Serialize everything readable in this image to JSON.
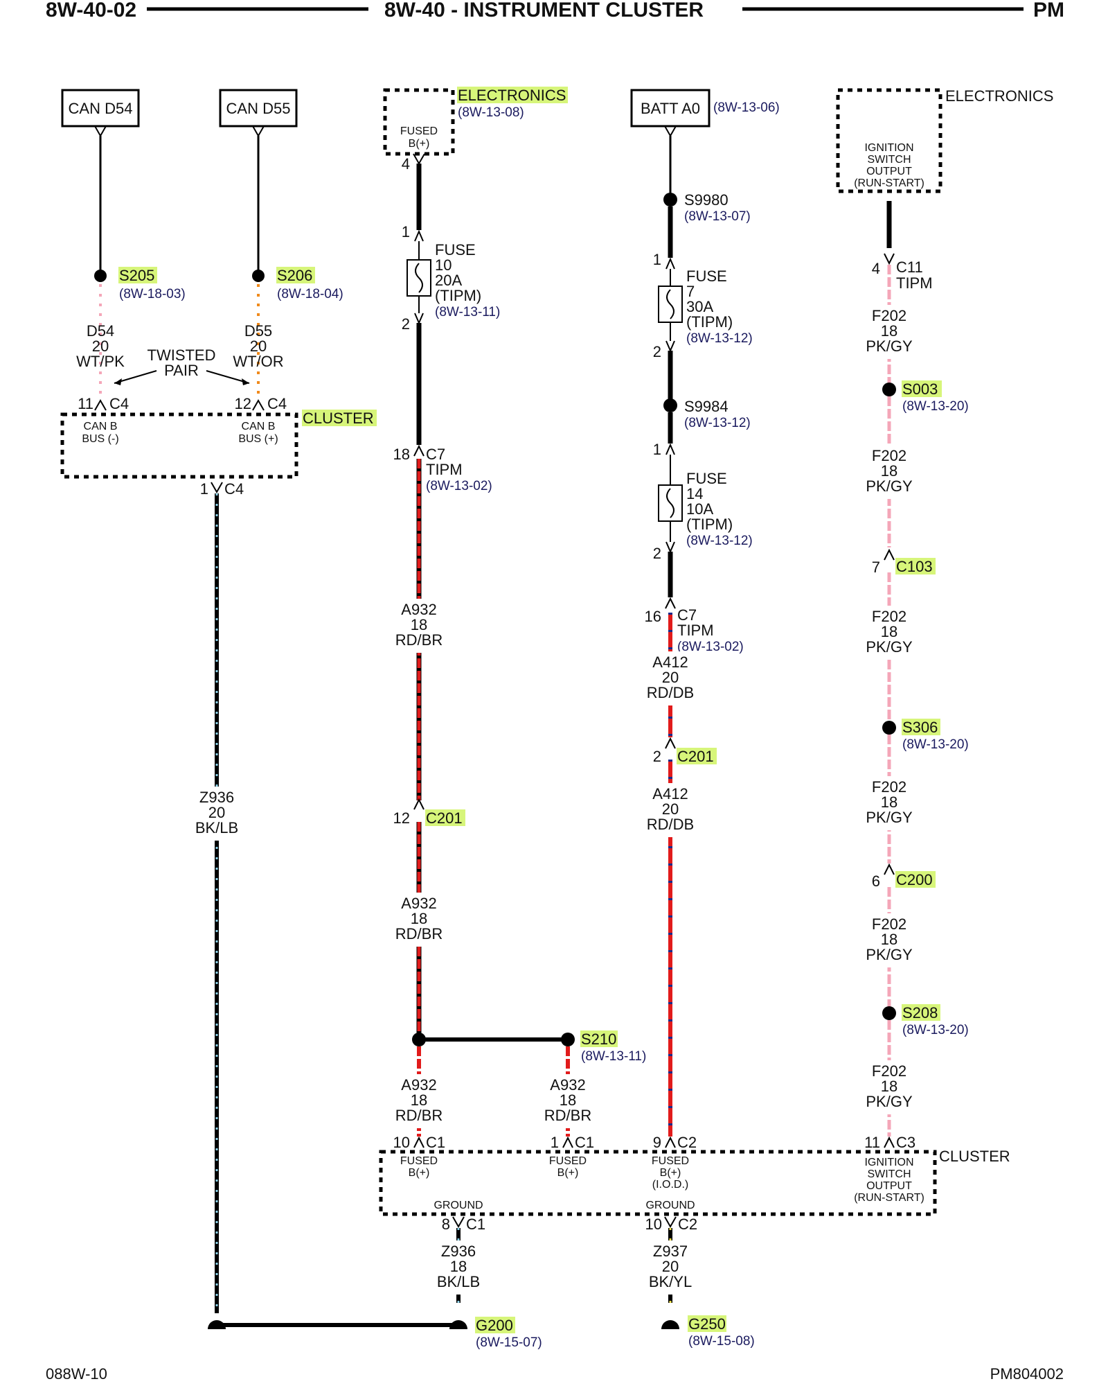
{
  "header": {
    "left": "8W-40-02",
    "center": "8W-40 - INSTRUMENT CLUSTER",
    "right": "PM"
  },
  "footer": {
    "left": "088W-10",
    "right": "PM804002"
  },
  "colors": {
    "pk_gy": "#f4a6b8",
    "rd": "#e11b1b",
    "lb": "#8fd3ea",
    "db": "#1b2a8a",
    "or": "#f08a1c",
    "highlight": "#d7f57a"
  },
  "sources": {
    "can_d54": "CAN D54",
    "can_d55": "CAN D55",
    "elec1": {
      "label": "ELECTRONICS",
      "ref": "(8W-13-08)",
      "pin_text": "FUSED",
      "pin_text2": "B(+)",
      "pin": "4"
    },
    "batt": {
      "label": "BATT A0",
      "ref": "(8W-13-06)"
    },
    "elec2": {
      "label": "ELECTRONICS",
      "l1": "IGNITION",
      "l2": "SWITCH",
      "l3": "OUTPUT",
      "l4": "(RUN-START)"
    }
  },
  "splices": {
    "s205": {
      "name": "S205",
      "ref": "(8W-18-03)"
    },
    "s206": {
      "name": "S206",
      "ref": "(8W-18-04)"
    },
    "s9980": {
      "name": "S9980",
      "ref": "(8W-13-07)"
    },
    "s9984": {
      "name": "S9984",
      "ref": "(8W-13-12)"
    },
    "s003": {
      "name": "S003",
      "ref": "(8W-13-20)"
    },
    "s306": {
      "name": "S306",
      "ref": "(8W-13-20)"
    },
    "s208": {
      "name": "S208",
      "ref": "(8W-13-20)"
    },
    "s210": {
      "name": "S210",
      "ref": "(8W-13-11)"
    }
  },
  "wires": {
    "d54": [
      "D54",
      "20",
      "WT/PK"
    ],
    "d55": [
      "D55",
      "20",
      "WT/OR"
    ],
    "twisted": [
      "TWISTED",
      "PAIR"
    ],
    "z936a": [
      "Z936",
      "20",
      "BK/LB"
    ],
    "a932": [
      "A932",
      "18",
      "RD/BR"
    ],
    "a412": [
      "A412",
      "20",
      "RD/DB"
    ],
    "f202": [
      "F202",
      "18",
      "PK/GY"
    ],
    "z936b": [
      "Z936",
      "18",
      "BK/LB"
    ],
    "z937": [
      "Z937",
      "20",
      "BK/YL"
    ]
  },
  "fuses": {
    "f10": [
      "FUSE",
      "10",
      "20A",
      "(TIPM)",
      "(8W-13-11)"
    ],
    "f7": [
      "FUSE",
      "7",
      "30A",
      "(TIPM)",
      "(8W-13-12)"
    ],
    "f14": [
      "FUSE",
      "14",
      "10A",
      "(TIPM)",
      "(8W-13-12)"
    ]
  },
  "connectors": {
    "c4_11": {
      "pin": "11",
      "name": "C4"
    },
    "c4_12": {
      "pin": "12",
      "name": "C4"
    },
    "c4_1": {
      "pin": "1",
      "name": "C4"
    },
    "c7_18": {
      "pin": "18",
      "name": "C7",
      "sub": "TIPM",
      "ref": "(8W-13-02)"
    },
    "c7_16": {
      "pin": "16",
      "name": "C7",
      "sub": "TIPM",
      "ref": "(8W-13-02)"
    },
    "c201_12": {
      "pin": "12",
      "name": "C201"
    },
    "c201_2": {
      "pin": "2",
      "name": "C201"
    },
    "c11_4": {
      "pin": "4",
      "name": "C11",
      "sub": "TIPM"
    },
    "c103_7": {
      "pin": "7",
      "name": "C103"
    },
    "c200_6": {
      "pin": "6",
      "name": "C200"
    },
    "c1_10": {
      "pin": "10",
      "name": "C1"
    },
    "c1_1": {
      "pin": "1",
      "name": "C1"
    },
    "c2_9": {
      "pin": "9",
      "name": "C2"
    },
    "c3_11": {
      "pin": "11",
      "name": "C3"
    },
    "c1_8": {
      "pin": "8",
      "name": "C1"
    },
    "c2_10": {
      "pin": "10",
      "name": "C2"
    }
  },
  "pin_numbers": {
    "f10_in": "1",
    "f10_out": "2",
    "f7_in": "1",
    "f7_out": "2",
    "f14_in": "1",
    "f14_out": "2"
  },
  "cluster_top": {
    "label": "CLUSTER",
    "p1": [
      "CAN B",
      "BUS (-)"
    ],
    "p2": [
      "CAN B",
      "BUS (+)"
    ]
  },
  "cluster_bottom": {
    "label": "CLUSTER",
    "p1": [
      "FUSED",
      "B(+)"
    ],
    "p2": [
      "FUSED",
      "B(+)"
    ],
    "p3": [
      "FUSED",
      "B(+)",
      "(I.O.D.)"
    ],
    "p4": [
      "IGNITION",
      "SWITCH",
      "OUTPUT",
      "(RUN-START)"
    ],
    "g1": "GROUND",
    "g2": "GROUND"
  },
  "grounds": {
    "g200": {
      "name": "G200",
      "ref": "(8W-15-07)"
    },
    "g250": {
      "name": "G250",
      "ref": "(8W-15-08)"
    }
  }
}
